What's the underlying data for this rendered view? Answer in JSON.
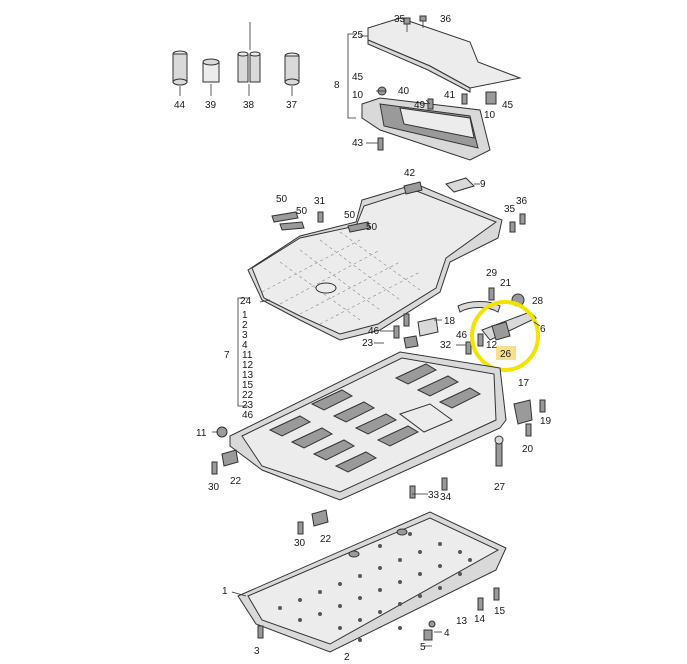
{
  "title": "",
  "colors": {
    "highlight": "#f2e300",
    "highlight_tag": "#f6e08e",
    "line": "#333333",
    "part_fill": "#d9d9d9"
  },
  "labels": {
    "p1": "1",
    "p2": "2",
    "p3": "3",
    "p4": "4",
    "p5": "5",
    "p6": "6",
    "p7": "7",
    "p8": "8",
    "p9": "9",
    "p10": "10",
    "p11": "11",
    "p12": "12",
    "p13": "13",
    "p14": "14",
    "p15": "15",
    "p17": "17",
    "p18": "18",
    "p19": "19",
    "p20": "20",
    "p21": "21",
    "p22": "22",
    "p23": "23",
    "p24": "24",
    "p25": "25",
    "p26": "26",
    "p27": "27",
    "p28": "28",
    "p29": "29",
    "p30": "30",
    "p31": "31",
    "p32": "32",
    "p33": "33",
    "p34": "34",
    "p35": "35",
    "p36": "36",
    "p37": "37",
    "p38": "38",
    "p39": "39",
    "p40": "40",
    "p41": "41",
    "p42": "42",
    "p43": "43",
    "p44": "44",
    "p45": "45",
    "p46": "46",
    "p49": "49",
    "p50": "50"
  },
  "bracket_7_list": [
    "1",
    "2",
    "3",
    "4",
    "11",
    "12",
    "13",
    "15",
    "22",
    "23",
    "46"
  ],
  "bracket_8_list": [
    "25",
    "45",
    "10"
  ]
}
